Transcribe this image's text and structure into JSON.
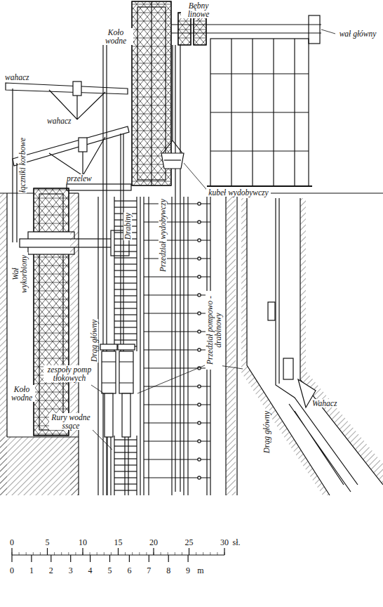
{
  "diagram": {
    "labels": [
      "Koło wodne",
      "Bębny linowe",
      "wał główny",
      "wahacz",
      "wahacz",
      "przelew",
      "kubeł wydobywczy",
      "Przedział wydobywczy",
      "Drabiny",
      "Drąg główny",
      "łączniki korbowe",
      "Wał wykorbiony",
      "Koło wodne",
      "zespoły pomp tłokowych",
      "Rury wodne ssące",
      "Przedział pompowo -drabinowy",
      "Drąg główny",
      "Wahacz",
      "0",
      "5",
      "10",
      "15",
      "20",
      "25",
      "30",
      "sł.",
      "0",
      "1",
      "2",
      "3",
      "4",
      "5",
      "6",
      "7",
      "8",
      "9",
      "m"
    ]
  }
}
